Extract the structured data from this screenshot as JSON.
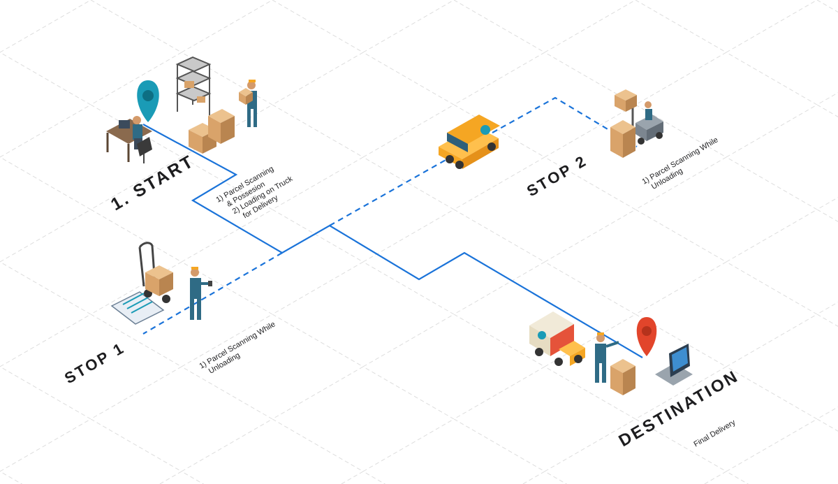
{
  "colors": {
    "route": "#1a73d9",
    "grid": "#dddddd",
    "pin_blue": "#1a9bb6",
    "pin_red": "#e2452b",
    "van": "#f5a623",
    "worker": "#2f6b85",
    "crate": "#d9a36a"
  },
  "stations": {
    "start": {
      "title": "1. START",
      "notes": [
        "1) Parcel Scanning",
        "& Possesion",
        "2) Loading on Truck",
        "for Delivery"
      ]
    },
    "stop1": {
      "title": "STOP 1",
      "notes": [
        "1) Parcel Scanning While",
        "Unloading"
      ]
    },
    "stop2": {
      "title": "STOP 2",
      "notes": [
        "1) Parcel Scanning While",
        "Unloading"
      ]
    },
    "destination": {
      "title": "DESTINATION",
      "notes": [
        "Final Delivery"
      ]
    }
  },
  "icons": {
    "start_pin": "location-pin-icon",
    "destination_pin": "location-pin-icon",
    "van": "delivery-van-icon",
    "truck": "delivery-truck-icon",
    "forklift": "forklift-icon",
    "laptop": "laptop-icon",
    "clipboard": "clipboard-icon",
    "hand_truck": "hand-truck-icon"
  }
}
